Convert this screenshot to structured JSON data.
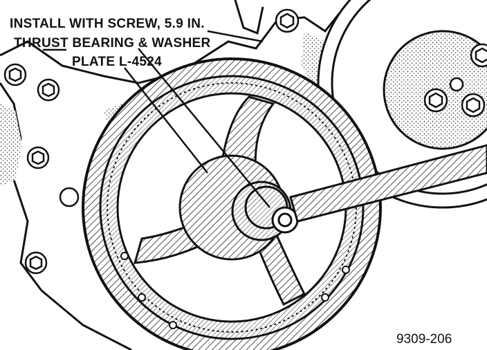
{
  "callout": {
    "line1": "INSTALL WITH SCREW, 5.9 IN.",
    "line2": "THRUST BEARING & WASHER",
    "line3": "PLATE L-4524"
  },
  "figure_number": "9309-206"
}
